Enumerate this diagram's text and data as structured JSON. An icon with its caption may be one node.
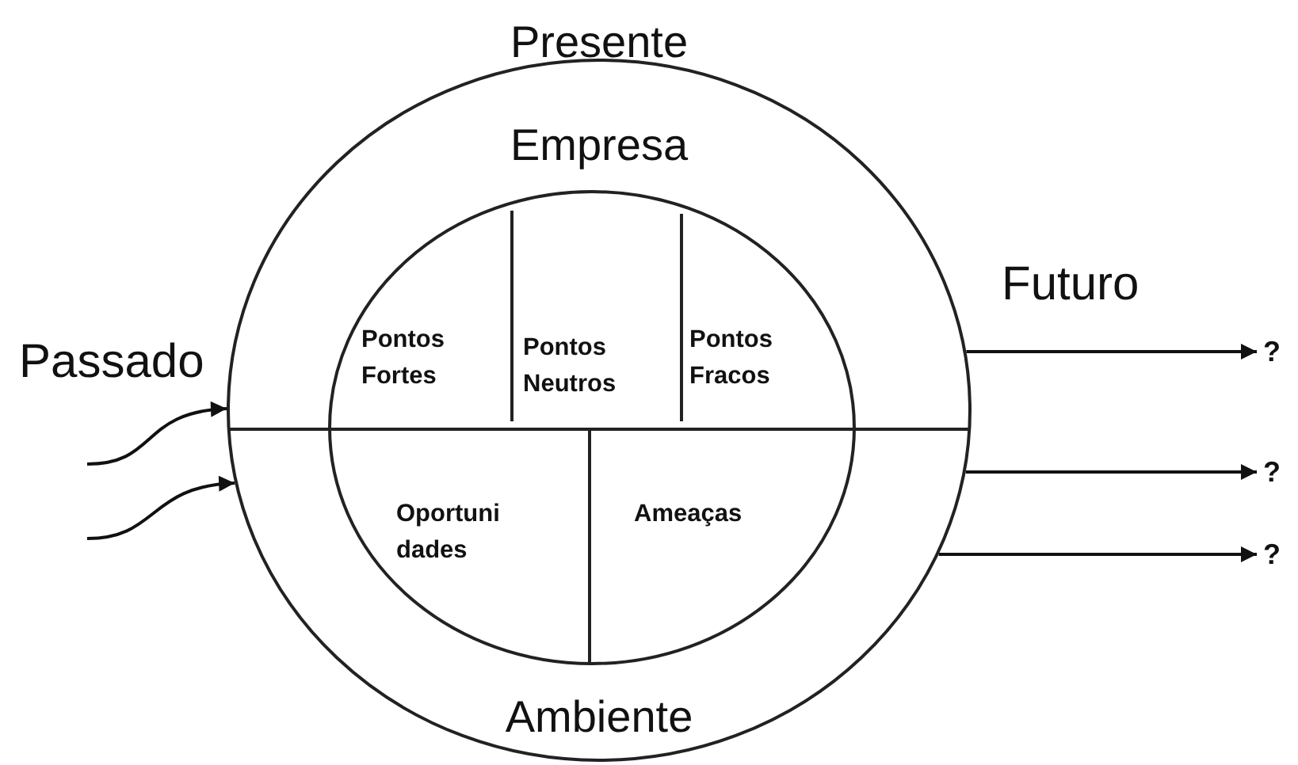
{
  "diagram": {
    "nodes": [
      {
        "text": [
          "Presente",
          "Empresa",
          "Ambiente"
        ]
      },
      {
        "text": [],
        "shape": "circle",
        "in": 0
      },
      {
        "text": [
          "Pontos Fortes"
        ],
        "in": 1
      },
      {
        "text": [
          "Pontos Neutros"
        ],
        "in": 1
      },
      {
        "text": [
          "Pontos Fracos"
        ],
        "in": 1
      },
      {
        "text": [
          "Oportuni dades"
        ],
        "in": 1
      },
      {
        "text": [
          "Ameaças"
        ],
        "in": 1
      },
      {
        "text": [
          "?"
        ]
      },
      {
        "text": [
          "?"
        ]
      },
      {
        "text": [
          "?"
        ]
      }
    ],
    "edges": [
      {
        "from": null,
        "to": 0,
        "arrow": "to"
      },
      {
        "from": null,
        "to": 0,
        "arrow": "to"
      },
      {
        "from": 0,
        "to": 7,
        "arrow": "to"
      },
      {
        "from": 0,
        "to": 8,
        "arrow": "to"
      },
      {
        "from": 0,
        "to": 9,
        "arrow": "to"
      }
    ],
    "labels": [
      "Passado",
      "Futuro"
    ]
  }
}
